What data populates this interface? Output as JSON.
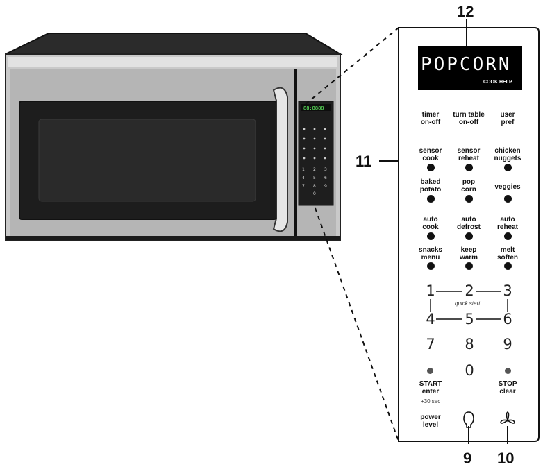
{
  "callouts": {
    "display": "12",
    "panel": "11",
    "light": "9",
    "fan": "10"
  },
  "display": {
    "text": "POPCORN",
    "sub": "COOK HELP"
  },
  "buttons": {
    "timer": "timer\non-off",
    "turntable": "turn table\non-off",
    "userpref": "user\npref",
    "sensorcook": "sensor\ncook",
    "sensorreheat": "sensor\nreheat",
    "chicken": "chicken\nnuggets",
    "baked": "baked\npotato",
    "popcorn": "pop\ncorn",
    "veggies": "veggies",
    "autocook": "auto\ncook",
    "autodefrost": "auto\ndefrost",
    "autoreheat": "auto\nreheat",
    "snacks": "snacks\nmenu",
    "keepwarm": "keep\nwarm",
    "melt": "melt\nsoften",
    "start": "START\nenter",
    "stop": "STOP\nclear",
    "power": "power\nlevel"
  },
  "keypad": {
    "n1": "1",
    "n2": "2",
    "n3": "3",
    "n4": "4",
    "n5": "5",
    "n6": "6",
    "n7": "7",
    "n8": "8",
    "n9": "9",
    "n0": "0"
  },
  "quickstart": "quick start",
  "plus30": "+30 sec"
}
